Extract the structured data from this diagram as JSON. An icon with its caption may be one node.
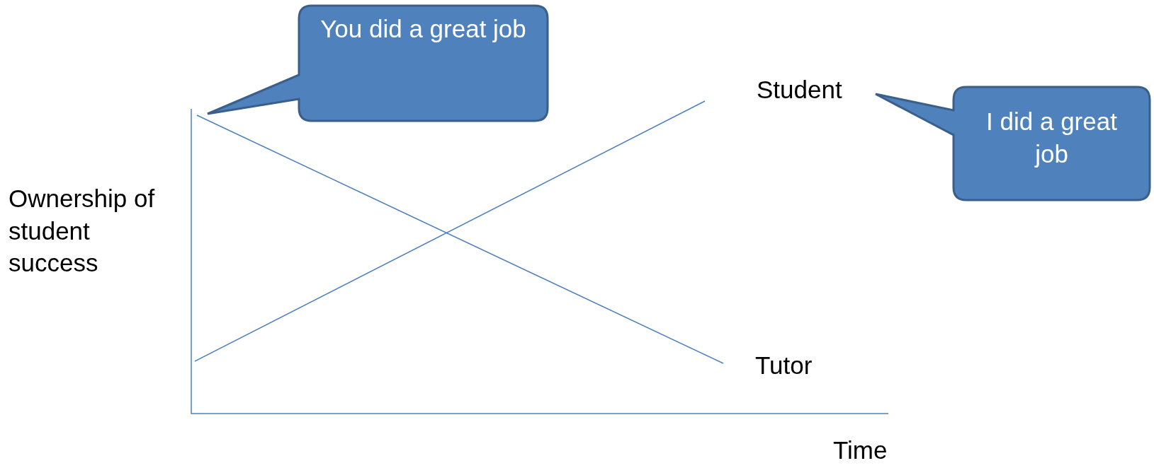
{
  "diagram": {
    "nodes": [
      {
        "text": [
          "You did a great job"
        ]
      },
      {
        "text": [
          "I did a great job"
        ]
      }
    ],
    "labels": [
      "Student",
      "Ownership of student success",
      "Tutor",
      "Time"
    ]
  }
}
